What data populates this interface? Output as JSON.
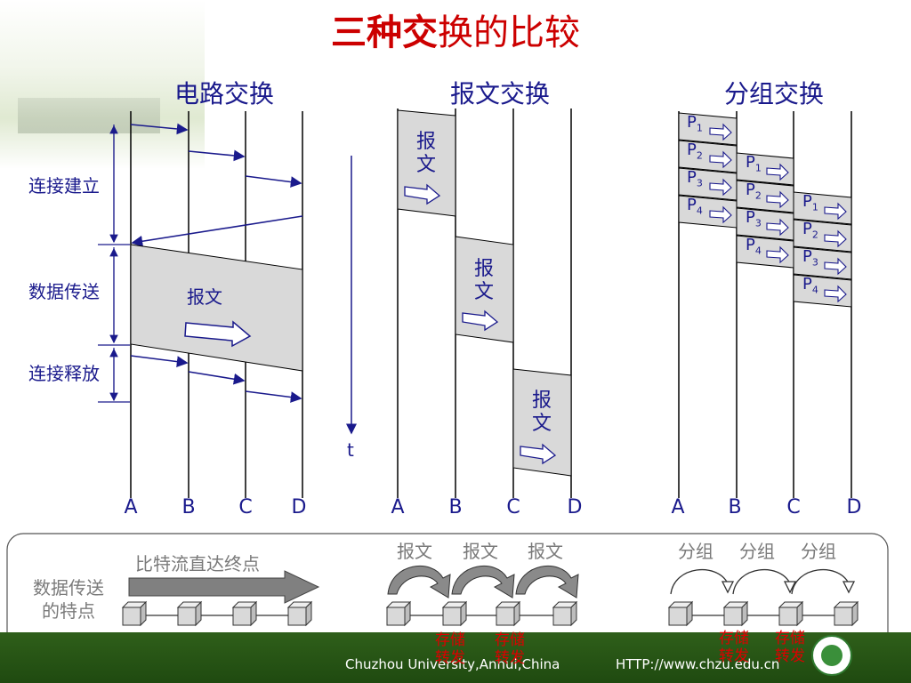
{
  "title": {
    "bold": "三种交",
    "rest": "换的比较"
  },
  "sections": {
    "circuit": {
      "title": "电路交换",
      "nodes": [
        "A",
        "B",
        "C",
        "D"
      ]
    },
    "message": {
      "title": "报文交换",
      "nodes": [
        "A",
        "B",
        "C",
        "D"
      ]
    },
    "packet": {
      "title": "分组交换",
      "nodes": [
        "A",
        "B",
        "C",
        "D"
      ]
    }
  },
  "phases": {
    "setup": "连接建立",
    "transfer": "数据传送",
    "release": "连接释放"
  },
  "message_label": "报文",
  "message_label_v": [
    "报",
    "文"
  ],
  "time_label": "t",
  "packets": [
    "P1",
    "P2",
    "P3",
    "P4"
  ],
  "bottom": {
    "row_label": [
      "数据传送",
      "的特点"
    ],
    "circuit_caption": "比特流直达终点",
    "message_caption": [
      "报文",
      "报文",
      "报文"
    ],
    "packet_caption": [
      "分组",
      "分组",
      "分组"
    ],
    "store_forward": [
      "存储",
      "转发"
    ]
  },
  "footer": {
    "left": "Chuzhou University,Anhui,China",
    "right": "HTTP://www.chzu.edu.cn"
  },
  "colors": {
    "line_blue": "#1a1a8c",
    "title_red": "#cc0000",
    "box_fill": "#d9d9d9"
  }
}
